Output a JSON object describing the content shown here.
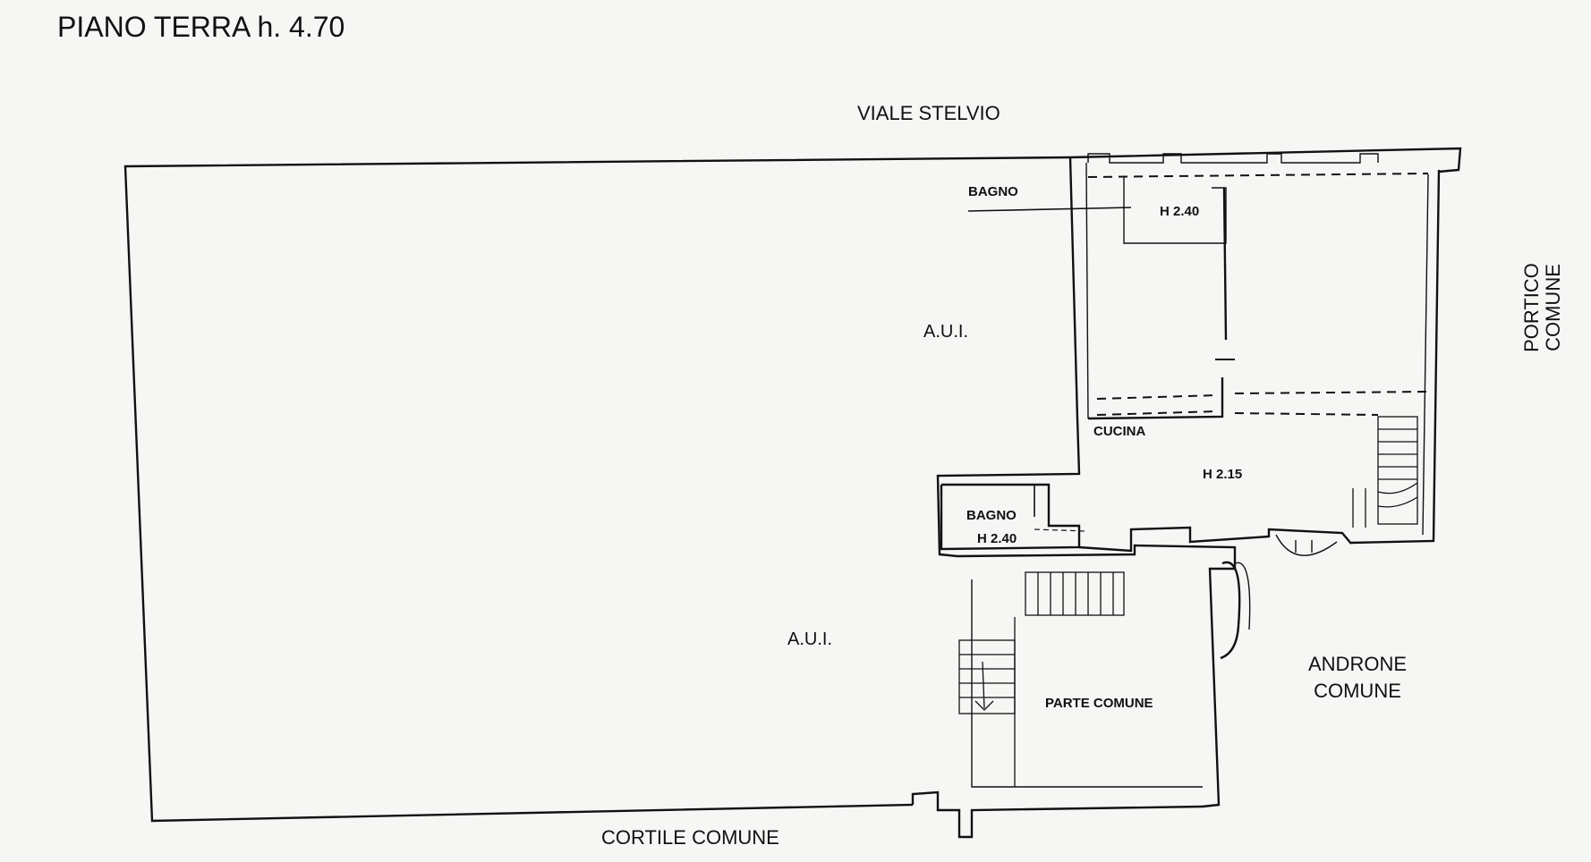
{
  "title": "PIANO TERRA  h. 4.70",
  "streets": {
    "top": "VIALE STELVIO",
    "right": [
      "PORTICO",
      "COMUNE"
    ],
    "bottom": "CORTILE COMUNE",
    "right_lower": [
      "ANDRONE",
      "COMUNE"
    ]
  },
  "rooms": {
    "aui_upper": "A.U.I.",
    "aui_lower": "A.U.I.",
    "bagno_upper": "BAGNO",
    "bagno_upper_height": "H 2.40",
    "cucina": "CUCINA",
    "cucina_height": "H 2.15",
    "bagno_lower": "BAGNO",
    "bagno_lower_height": "H 2.40",
    "parte_comune": "PARTE COMUNE"
  }
}
